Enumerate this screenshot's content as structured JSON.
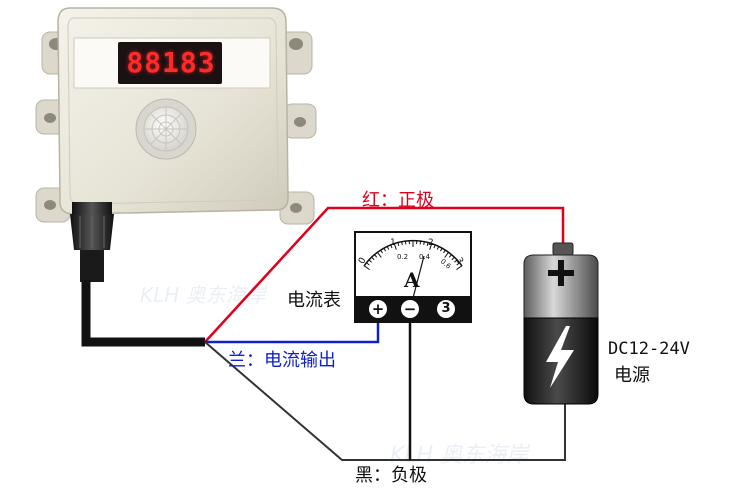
{
  "device": {
    "display_value": "88183"
  },
  "meter": {
    "label": "电流表",
    "unit": "A",
    "scale_major": [
      "0",
      "1",
      "2",
      "3"
    ],
    "scale_minor": [
      "0.2",
      "0.4",
      "0.6"
    ],
    "terminals": [
      "+",
      "−",
      "3"
    ]
  },
  "battery": {
    "voltage_label": "DC12-24V",
    "source_label": "电源",
    "sign": "+"
  },
  "wires": {
    "red": {
      "label": "红：正极",
      "color": "#e0001b"
    },
    "blue": {
      "label": "兰：电流输出",
      "color": "#1020c8"
    },
    "black": {
      "label": "黑：负极",
      "color": "#222222"
    }
  }
}
